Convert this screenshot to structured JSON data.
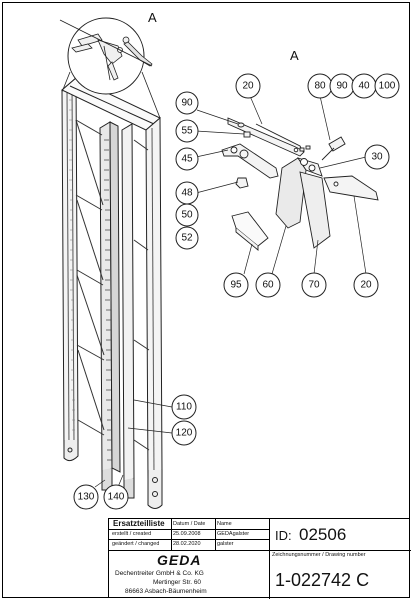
{
  "detail": {
    "label_near": "A",
    "label_far": "A"
  },
  "callouts": [
    {
      "id": "c20a",
      "text": "20"
    },
    {
      "id": "c80",
      "text": "80"
    },
    {
      "id": "c90a",
      "text": "90"
    },
    {
      "id": "c40",
      "text": "40"
    },
    {
      "id": "c100",
      "text": "100"
    },
    {
      "id": "c90b",
      "text": "90"
    },
    {
      "id": "c55",
      "text": "55"
    },
    {
      "id": "c45",
      "text": "45"
    },
    {
      "id": "c30",
      "text": "30"
    },
    {
      "id": "c48",
      "text": "48"
    },
    {
      "id": "c50",
      "text": "50"
    },
    {
      "id": "c52",
      "text": "52"
    },
    {
      "id": "c95",
      "text": "95"
    },
    {
      "id": "c60",
      "text": "60"
    },
    {
      "id": "c70",
      "text": "70"
    },
    {
      "id": "c20b",
      "text": "20"
    },
    {
      "id": "c110",
      "text": "110"
    },
    {
      "id": "c120",
      "text": "120"
    },
    {
      "id": "c130",
      "text": "130"
    },
    {
      "id": "c140",
      "text": "140"
    }
  ],
  "titleblock": {
    "heading": "Ersatzteilliste",
    "date_name_header": "Datum / Date",
    "name_header": "Name",
    "created_label": "erstellt / created",
    "created_date": "25.09.2008",
    "created_name": "GEDAgalster",
    "changed_label": "geändert / changed",
    "changed_date": "28.02.2020",
    "changed_name": "galster",
    "id_label": "ID:",
    "id_value": "02506",
    "drawing_number_label": "Zeichnungsnummer / Drawing number",
    "drawing_number": "1-022742 C",
    "logo": "GEDA",
    "company": "Dechentreiter GmbH & Co. KG",
    "street": "Mertinger Str. 60",
    "city": "86663 Asbach-Bäumenheim"
  }
}
